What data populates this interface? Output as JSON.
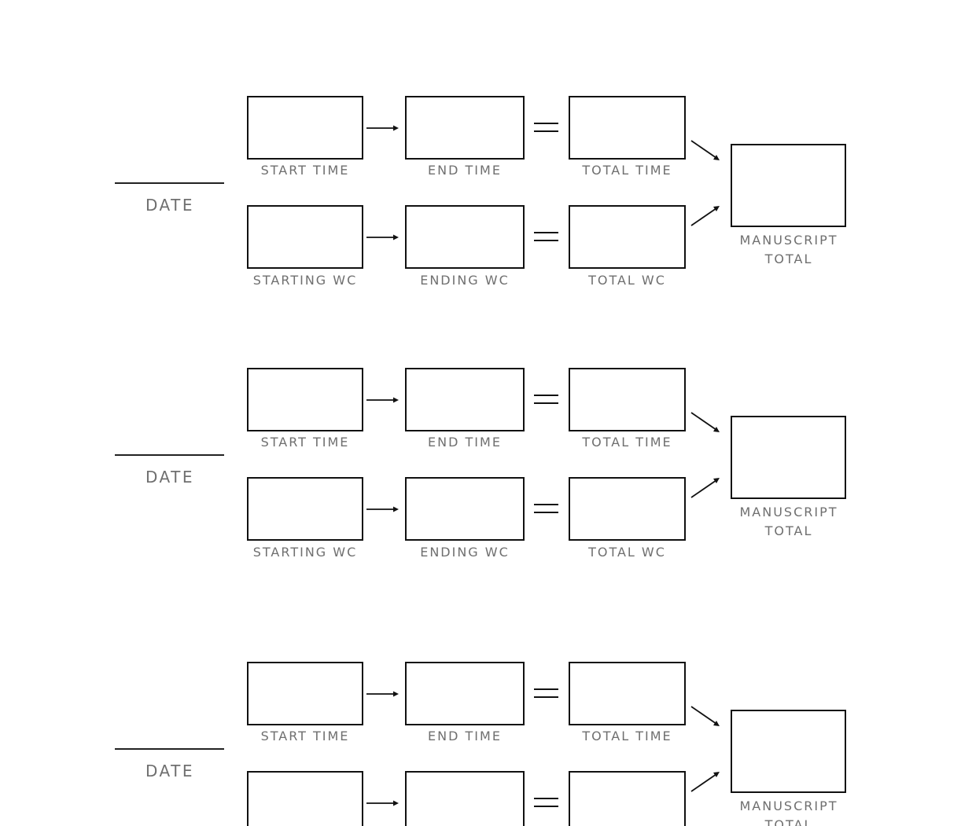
{
  "labels": {
    "date": "DATE",
    "start_time": "START TIME",
    "end_time": "END TIME",
    "total_time": "TOTAL TIME",
    "starting_wc": "STARTING WC",
    "ending_wc": "ENDING WC",
    "total_wc": "TOTAL WC",
    "manuscript_line1": "MANUSCRIPT",
    "manuscript_line2": "TOTAL"
  },
  "sessions": [
    {
      "date": ""
    },
    {
      "date": ""
    },
    {
      "date": ""
    }
  ],
  "colors": {
    "label": "#6f6f6f",
    "line": "#111111"
  }
}
